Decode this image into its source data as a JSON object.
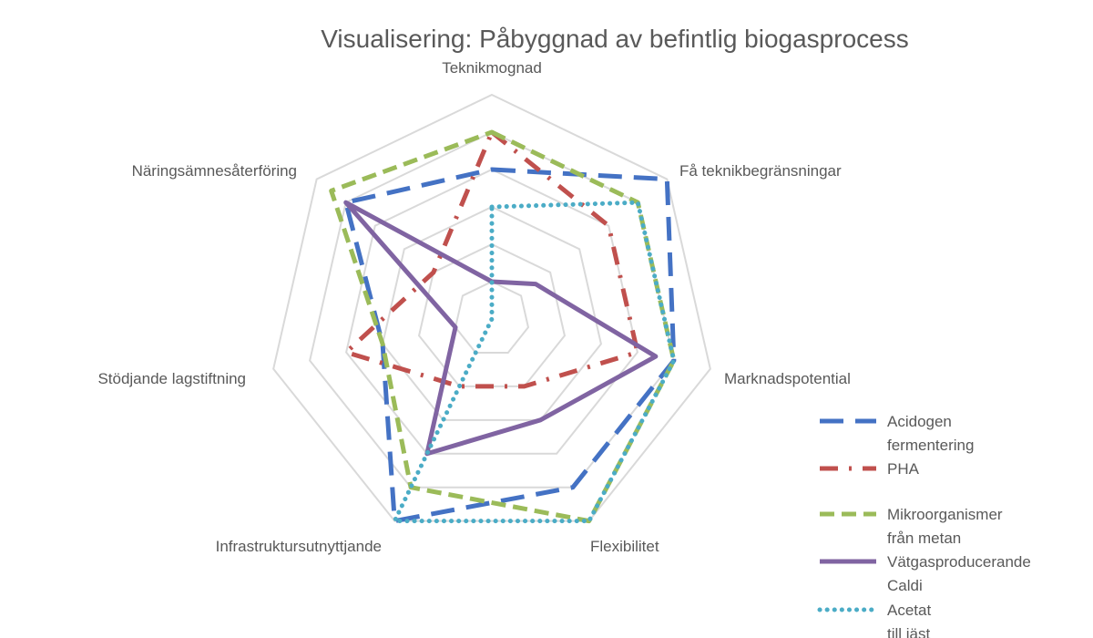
{
  "chart_data": {
    "type": "radar",
    "title": "Visualisering: Påbyggnad av befintlig biogasprocess",
    "axes": [
      "Teknikmognad",
      "Få teknikbegränsningar",
      "Marknadspotential",
      "Flexibilitet",
      "Infrastruktursutnyttjande",
      "Stödjande lagstiftning",
      "Näringsämnesåterföring"
    ],
    "rmax": 6,
    "rings": 6,
    "grid": true,
    "legend_position": "right",
    "series": [
      {
        "name": "Acidogen fermentering",
        "color": "#4472c4",
        "dash": "long-dash",
        "values": [
          4,
          6,
          5,
          5,
          6,
          3,
          5
        ]
      },
      {
        "name": "PHA",
        "color": "#c0504d",
        "dash": "dash-dot",
        "values": [
          5,
          4,
          4,
          2,
          2,
          4,
          2
        ]
      },
      {
        "name": "Mikroorganismer från metan",
        "color": "#9bbb59",
        "dash": "dash",
        "values": [
          5,
          5,
          5,
          6,
          5,
          3,
          5.5
        ]
      },
      {
        "name": "Vätgasproducerande Caldi",
        "color": "#8064a2",
        "dash": "solid",
        "values": [
          1,
          1.5,
          4.5,
          3,
          4,
          1,
          5
        ]
      },
      {
        "name": "Acetat till jäst",
        "color": "#4bacc6",
        "dash": "dot",
        "values": [
          3,
          5,
          5,
          6,
          6,
          0,
          0
        ]
      }
    ]
  }
}
